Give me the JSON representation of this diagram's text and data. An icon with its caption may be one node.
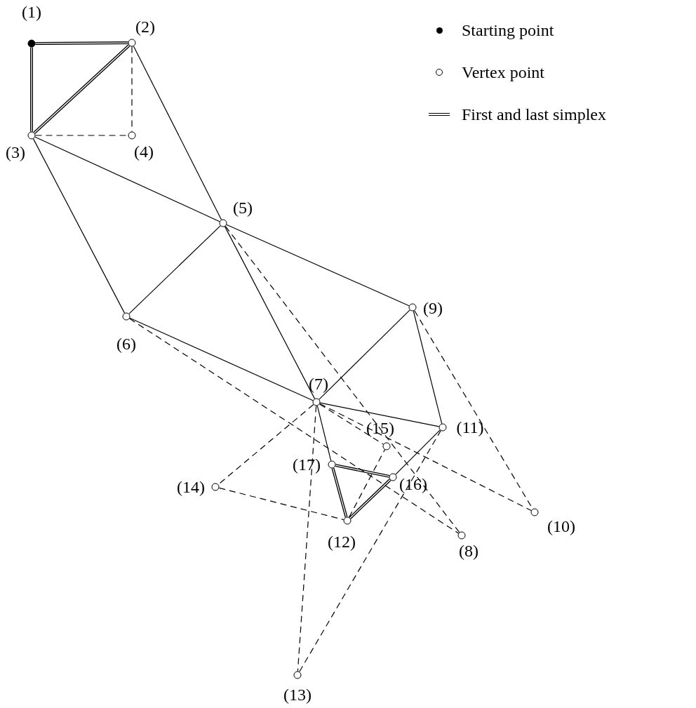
{
  "diagram": {
    "nodes": [
      {
        "text": [
          "(1)"
        ]
      },
      {
        "text": [
          "(2)"
        ]
      },
      {
        "text": [
          "(3)"
        ]
      },
      {
        "text": [
          "(4)"
        ]
      },
      {
        "text": [
          "(5)"
        ]
      },
      {
        "text": [
          "(6)"
        ]
      },
      {
        "text": [
          "(7)"
        ]
      },
      {
        "text": [
          "(8)"
        ]
      },
      {
        "text": [
          "(9)"
        ]
      },
      {
        "text": [
          "(10)"
        ]
      },
      {
        "text": [
          "(11)"
        ]
      },
      {
        "text": [
          "(12)"
        ]
      },
      {
        "text": [
          "(13)"
        ]
      },
      {
        "text": [
          "(14)"
        ]
      },
      {
        "text": [
          "(15)"
        ]
      },
      {
        "text": [
          "(16)"
        ]
      },
      {
        "text": [
          "(17)"
        ]
      }
    ],
    "edges": [
      {
        "from": 0,
        "to": 1,
        "arrow": "none",
        "style": "thick"
      },
      {
        "from": 0,
        "to": 2,
        "arrow": "none",
        "style": "thick"
      },
      {
        "from": 1,
        "to": 2,
        "arrow": "none",
        "style": "thick"
      },
      {
        "from": 1,
        "to": 3,
        "arrow": "none",
        "style": "dashed"
      },
      {
        "from": 2,
        "to": 3,
        "arrow": "none",
        "style": "dashed"
      },
      {
        "from": 1,
        "to": 4,
        "arrow": "none"
      },
      {
        "from": 2,
        "to": 4,
        "arrow": "none"
      },
      {
        "from": 2,
        "to": 5,
        "arrow": "none"
      },
      {
        "from": 4,
        "to": 5,
        "arrow": "none"
      },
      {
        "from": 4,
        "to": 6,
        "arrow": "none"
      },
      {
        "from": 4,
        "to": 8,
        "arrow": "none"
      },
      {
        "from": 4,
        "to": 7,
        "arrow": "none",
        "style": "dashed"
      },
      {
        "from": 5,
        "to": 6,
        "arrow": "none"
      },
      {
        "from": 5,
        "to": 7,
        "arrow": "none",
        "style": "dashed"
      },
      {
        "from": 6,
        "to": 8,
        "arrow": "none"
      },
      {
        "from": 8,
        "to": 10,
        "arrow": "none"
      },
      {
        "from": 8,
        "to": 9,
        "arrow": "none",
        "style": "dashed"
      },
      {
        "from": 6,
        "to": 10,
        "arrow": "none"
      },
      {
        "from": 6,
        "to": 9,
        "arrow": "none",
        "style": "dashed"
      },
      {
        "from": 6,
        "to": 14,
        "arrow": "none",
        "style": "dashed"
      },
      {
        "from": 6,
        "to": 16,
        "arrow": "none"
      },
      {
        "from": 6,
        "to": 13,
        "arrow": "none",
        "style": "dashed"
      },
      {
        "from": 13,
        "to": 11,
        "arrow": "none",
        "style": "dashed"
      },
      {
        "from": 6,
        "to": 12,
        "arrow": "none",
        "style": "dashed"
      },
      {
        "from": 12,
        "to": 10,
        "arrow": "none",
        "style": "dashed"
      },
      {
        "from": 11,
        "to": 14,
        "arrow": "none",
        "style": "dashed"
      },
      {
        "from": 15,
        "to": 10,
        "arrow": "none"
      },
      {
        "from": 16,
        "to": 15,
        "arrow": "none",
        "style": "thick"
      },
      {
        "from": 16,
        "to": 11,
        "arrow": "none",
        "style": "thick"
      },
      {
        "from": 11,
        "to": 15,
        "arrow": "none",
        "style": "thick"
      }
    ],
    "legend": [
      {
        "text": "Starting point"
      },
      {
        "text": "Vertex point"
      },
      {
        "text": "First and last simplex"
      }
    ]
  }
}
